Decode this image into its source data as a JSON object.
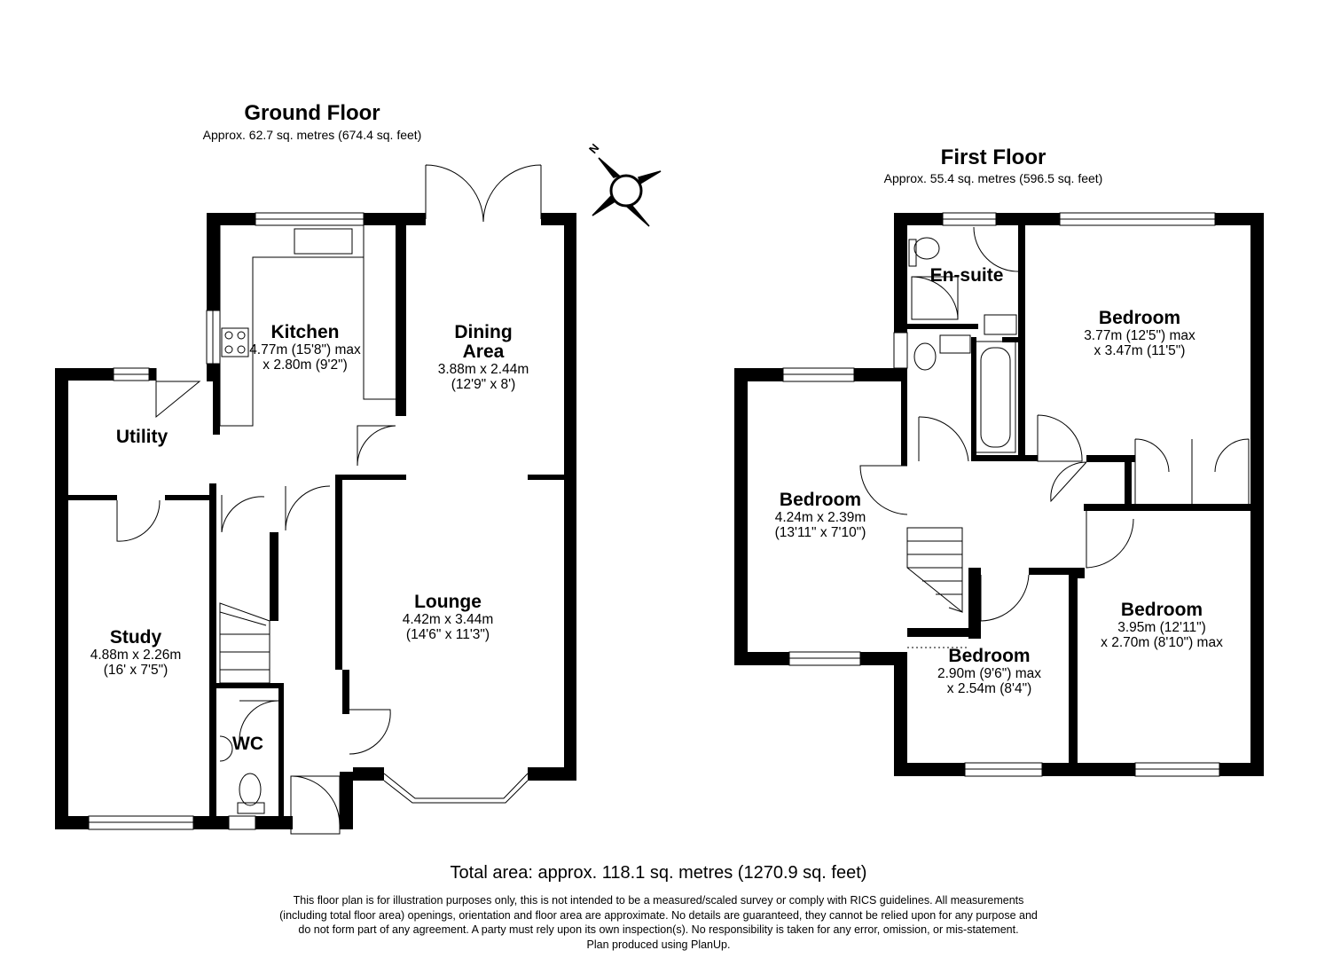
{
  "ground_floor": {
    "title": "Ground Floor",
    "area": "Approx. 62.7 sq. metres (674.4 sq. feet)",
    "rooms": {
      "kitchen": {
        "name": "Kitchen",
        "dim1": "4.77m (15'8\") max",
        "dim2": "x 2.80m (9'2\")"
      },
      "dining": {
        "name1": "Dining",
        "name2": "Area",
        "dim1": "3.88m x 2.44m",
        "dim2": "(12'9\" x 8')"
      },
      "utility": {
        "name": "Utility"
      },
      "lounge": {
        "name": "Lounge",
        "dim1": "4.42m x 3.44m",
        "dim2": "(14'6\" x 11'3\")"
      },
      "study": {
        "name": "Study",
        "dim1": "4.88m x 2.26m",
        "dim2": "(16' x 7'5\")"
      },
      "wc": {
        "name": "WC"
      }
    }
  },
  "first_floor": {
    "title": "First Floor",
    "area": "Approx. 55.4 sq. metres (596.5 sq. feet)",
    "rooms": {
      "ensuite": {
        "name": "En-suite"
      },
      "bedroom_main": {
        "name": "Bedroom",
        "dim1": "3.77m (12'5\") max",
        "dim2": "x 3.47m (11'5\")"
      },
      "bedroom_left": {
        "name": "Bedroom",
        "dim1": "4.24m x 2.39m",
        "dim2": "(13'11\" x 7'10\")"
      },
      "bedroom_small": {
        "name": "Bedroom",
        "dim1": "2.90m (9'6\") max",
        "dim2": "x 2.54m (8'4\")"
      },
      "bedroom_right": {
        "name": "Bedroom",
        "dim1": "3.95m (12'11\")",
        "dim2": "x 2.70m (8'10\") max"
      }
    }
  },
  "compass": {
    "label": "N"
  },
  "total_area": "Total area: approx. 118.1 sq. metres (1270.9 sq. feet)",
  "disclaimer": [
    "This floor plan is for illustration purposes only, this is not intended to be a measured/scaled survey or comply with RICS guidelines. All measurements",
    "(including total floor area) openings, orientation and floor area are approximate. No details are guaranteed, they cannot be relied upon for any purpose and",
    "do not form part of any agreement. A party must rely upon its own inspection(s). No responsibility is taken for any error, omission, or mis-statement.",
    "Plan produced using PlanUp."
  ],
  "colors": {
    "wall": "#000000",
    "background": "#ffffff",
    "fixture": "#000000"
  }
}
